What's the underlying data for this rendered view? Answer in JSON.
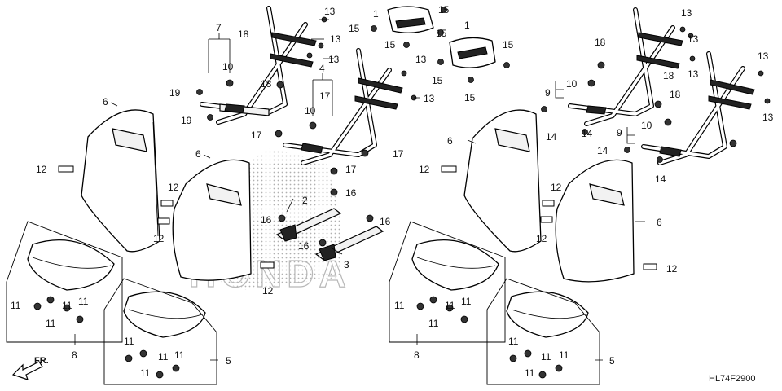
{
  "diagram_code": "HL74F2900",
  "front_indicator": "FR.",
  "watermark": "HONDA",
  "callouts": {
    "c1a": "1",
    "c1b": "1",
    "c2": "2",
    "c3": "3",
    "c4": "4",
    "c5a": "5",
    "c5b": "5",
    "c6a": "6",
    "c6b": "6",
    "c6c": "6",
    "c6d": "6",
    "c7": "7",
    "c8a": "8",
    "c8b": "8",
    "c9a": "9",
    "c9b": "9",
    "c10a": "10",
    "c10b": "10",
    "c10c": "10",
    "c10d": "10",
    "c11a": "11",
    "c11b": "11",
    "c11c": "11",
    "c11d": "11",
    "c11e": "11",
    "c11f": "11",
    "c11g": "11",
    "c11h": "11",
    "c11i": "11",
    "c11j": "11",
    "c11k": "11",
    "c11l": "11",
    "c11m": "11",
    "c11n": "11",
    "c11o": "11",
    "c11p": "11",
    "c12a": "12",
    "c12b": "12",
    "c12c": "12",
    "c12d": "12",
    "c12e": "12",
    "c12f": "12",
    "c12g": "12",
    "c12h": "12",
    "c13a": "13",
    "c13b": "13",
    "c13c": "13",
    "c13d": "13",
    "c13e": "13",
    "c13f": "13",
    "c13g": "13",
    "c13h": "13",
    "c13i": "13",
    "c13j": "13",
    "c14a": "14",
    "c14b": "14",
    "c14c": "14",
    "c14d": "14",
    "c15a": "15",
    "c15b": "15",
    "c15c": "15",
    "c15d": "15",
    "c15e": "15",
    "c15f": "15",
    "c15g": "15",
    "c16a": "16",
    "c16b": "16",
    "c16c": "16",
    "c16d": "16",
    "c17a": "17",
    "c17b": "17",
    "c17c": "17",
    "c17d": "17",
    "c18a": "18",
    "c18b": "18",
    "c18c": "18",
    "c18d": "18",
    "c18e": "18",
    "c19a": "19",
    "c19b": "19"
  }
}
